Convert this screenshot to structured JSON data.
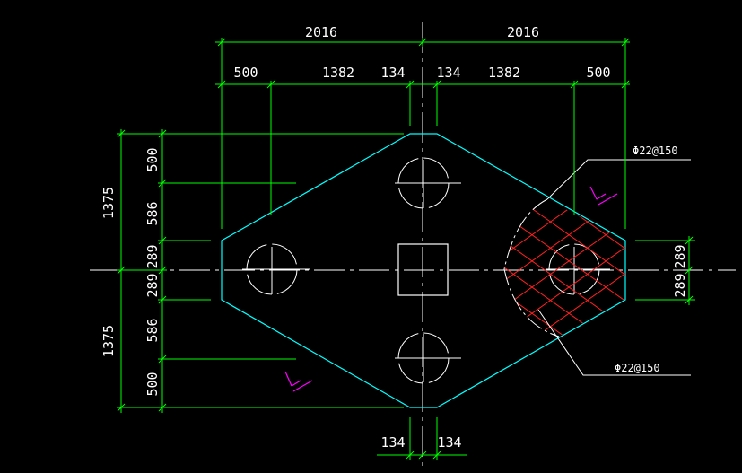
{
  "colors": {
    "background": "#000000",
    "dimension": "#00ff00",
    "outline": "#00ffff",
    "centerline": "#ffffff",
    "rebar": "#ff2020",
    "section_mark": "#ff00ff",
    "text": "#ffffff"
  },
  "dimensions": {
    "top_total_left": "2016",
    "top_total_right": "2016",
    "top_segments_left": [
      "500",
      "1382",
      "134"
    ],
    "top_segments_right": [
      "134",
      "1382",
      "500"
    ],
    "left_total_upper": "1375",
    "left_total_lower": "1375",
    "left_segments_upper": [
      "500",
      "586",
      "289"
    ],
    "left_segments_lower": [
      "289",
      "586",
      "500"
    ],
    "right_segments": [
      "289",
      "289"
    ],
    "bottom_segments": [
      "134",
      "134"
    ]
  },
  "rebar_labels": {
    "upper": "Φ22@150",
    "lower": "Φ22@150"
  }
}
